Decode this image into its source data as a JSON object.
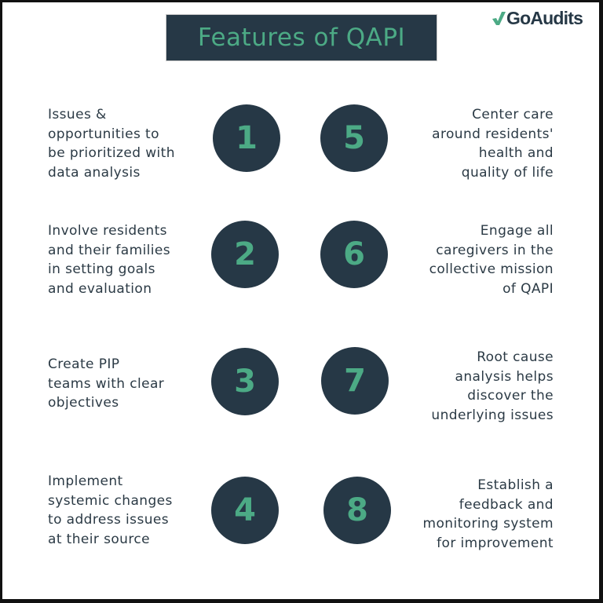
{
  "header": {
    "title": "Features of QAPI",
    "logo_text": "GoAudits",
    "logo_icon": "checkmark-icon"
  },
  "colors": {
    "accent_green": "#4caa85",
    "dark_navy": "#263846",
    "text": "#2b3a45",
    "background": "#ffffff"
  },
  "features": [
    {
      "number": "1",
      "text": "Issues &\nopportunities to\nbe prioritized with\ndata analysis"
    },
    {
      "number": "2",
      "text": "Involve residents\nand their families\nin setting goals\nand evaluation"
    },
    {
      "number": "3",
      "text": "Create PIP\nteams with clear\nobjectives"
    },
    {
      "number": "4",
      "text": "Implement\nsystemic changes\nto address issues\nat their source"
    },
    {
      "number": "5",
      "text": "Center care\naround residents'\nhealth and\nquality of life"
    },
    {
      "number": "6",
      "text": "Engage all\ncaregivers in the\ncollective mission\nof QAPI"
    },
    {
      "number": "7",
      "text": "Root cause\nanalysis helps\ndiscover the\nunderlying issues"
    },
    {
      "number": "8",
      "text": "Establish a\nfeedback and\nmonitoring system\nfor improvement"
    }
  ]
}
